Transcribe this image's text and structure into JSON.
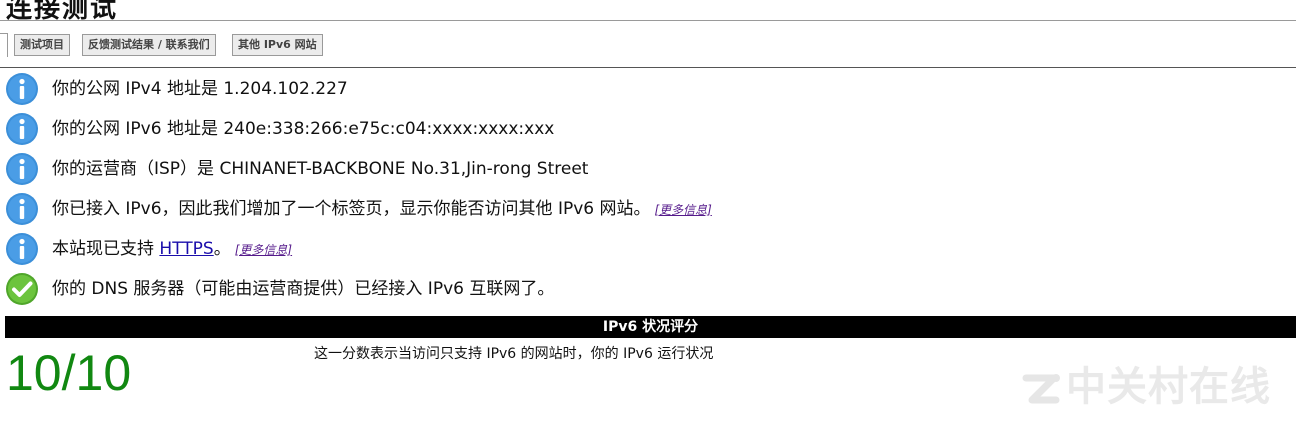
{
  "page": {
    "title": "连接测试"
  },
  "tabs": [
    {
      "label": "测试项目"
    },
    {
      "label": "反馈测试结果 / 联系我们"
    },
    {
      "label": "其他 IPv6 网站"
    }
  ],
  "results": [
    {
      "icon": "info-icon",
      "text": "你的公网 IPv4 地址是 1.204.102.227"
    },
    {
      "icon": "info-icon",
      "text": "你的公网 IPv6 地址是 240e:338:266:e75c:c04:xxxx:xxxx:xxx"
    },
    {
      "icon": "info-icon",
      "text": "你的运营商（ISP）是 CHINANET-BACKBONE No.31,Jin-rong Street"
    },
    {
      "icon": "info-icon",
      "text": "你已接入 IPv6，因此我们增加了一个标签页，显示你能否访问其他 IPv6 网站。",
      "more": "[更多信息]"
    },
    {
      "icon": "info-icon",
      "text_before": "本站现已支持 ",
      "link": "HTTPS",
      "text_after": "。",
      "more": "[更多信息]"
    },
    {
      "icon": "check-icon",
      "text": "你的 DNS 服务器（可能由运营商提供）已经接入 IPv6 互联网了。"
    }
  ],
  "score": {
    "header": "IPv6 状况评分",
    "value": "10/10",
    "description": "这一分数表示当访问只支持 IPv6 的网站时，你的 IPv6 运行状况"
  },
  "watermark": {
    "text": "中关村在线"
  },
  "colors": {
    "info_blue": "#3b8fd9",
    "check_green": "#5cb531",
    "score_green": "#118811",
    "link_blue": "#1a0dab",
    "more_purple": "#551a8b"
  }
}
